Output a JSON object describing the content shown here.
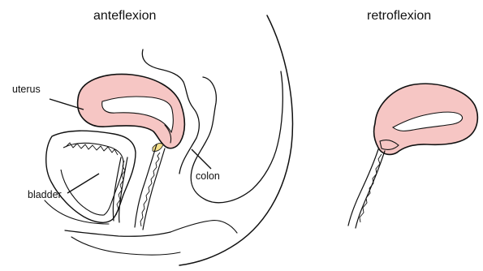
{
  "titles": {
    "left": "anteflexion",
    "right": "retroflexion"
  },
  "labels": {
    "uterus": "uterus",
    "bladder": "bladder",
    "colon": "colon"
  },
  "colors": {
    "organ_fill": "#f6c6c4",
    "outline": "#111111",
    "cervix_yellow": "#f4df8a"
  }
}
